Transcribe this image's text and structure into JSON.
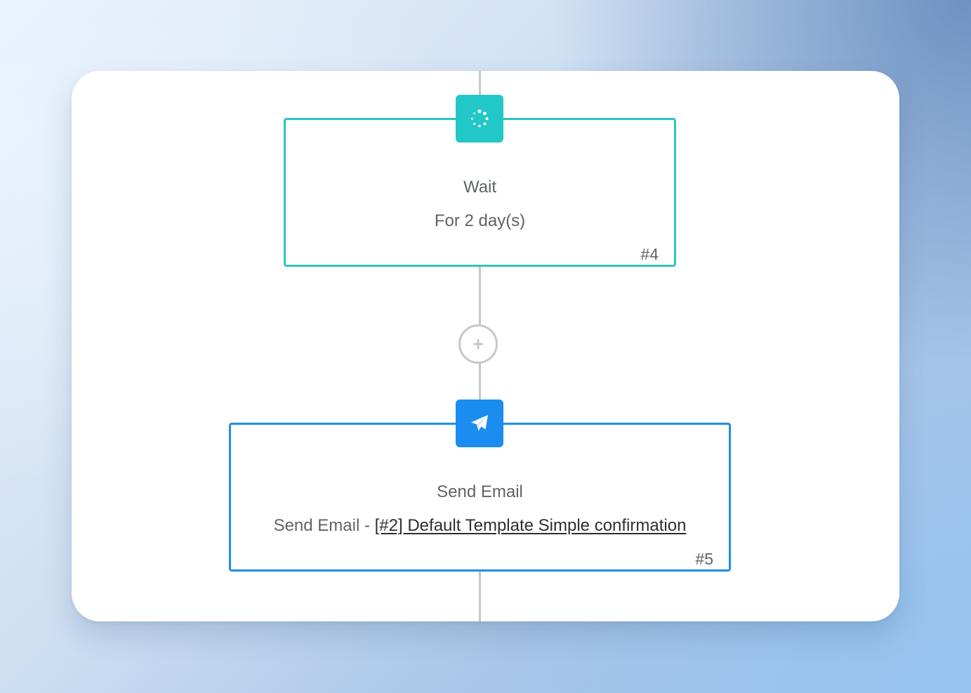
{
  "workflow": {
    "wait_node": {
      "icon": "spinner-icon",
      "title": "Wait",
      "subtitle": "For 2 day(s)",
      "number": "#4",
      "color": "#2ec4c6"
    },
    "add_step": {
      "icon": "plus-icon",
      "color": "#c8c8c8"
    },
    "email_node": {
      "icon": "paper-plane-icon",
      "title": "Send Email",
      "subtitle_prefix": "Send Email - ",
      "template_link": "[#2] Default Template Simple confirmation",
      "number": "#5",
      "color": "#1e8fe6"
    }
  }
}
